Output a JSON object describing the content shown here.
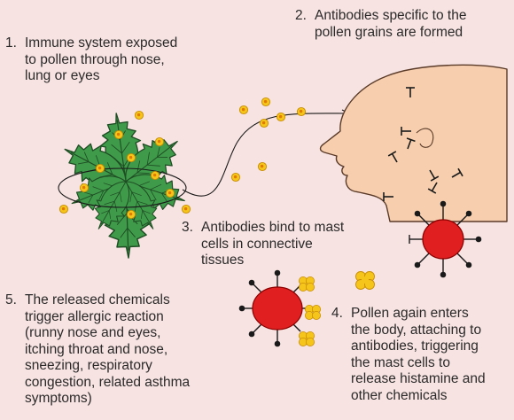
{
  "steps": [
    {
      "number": "1.",
      "text": "Immune system exposed\nto pollen through nose,\nlung or eyes"
    },
    {
      "number": "2.",
      "text": "Antibodies specific to the\npollen grains are formed"
    },
    {
      "number": "3.",
      "text": "Antibodies bind to mast\ncells in connective\ntissues"
    },
    {
      "number": "4.",
      "text": "Pollen again enters\nthe body, attaching to\nantibodies, triggering\nthe mast cells to\nrelease histamine and\nother chemicals"
    },
    {
      "number": "5.",
      "text": "The released chemicals\ntrigger allergic reaction\n(runny nose and eyes,\nitching throat and nose,\nsneezing, respiratory\ncongestion, related asthma\nsymptoms)"
    }
  ],
  "icons": [
    "plant-icon",
    "pollen-grain-icon",
    "head-profile-icon",
    "antibody-icon",
    "mast-cell-icon",
    "flow-arrow-icon"
  ],
  "colors": {
    "background": "#f7e3e1",
    "leaf": "#3f9a4a",
    "leaf_dark": "#1f4d24",
    "pollen": "#f6c51b",
    "head": "#f7cfae",
    "mast_cell": "#e02020",
    "antibody": "#1a1a1a"
  }
}
